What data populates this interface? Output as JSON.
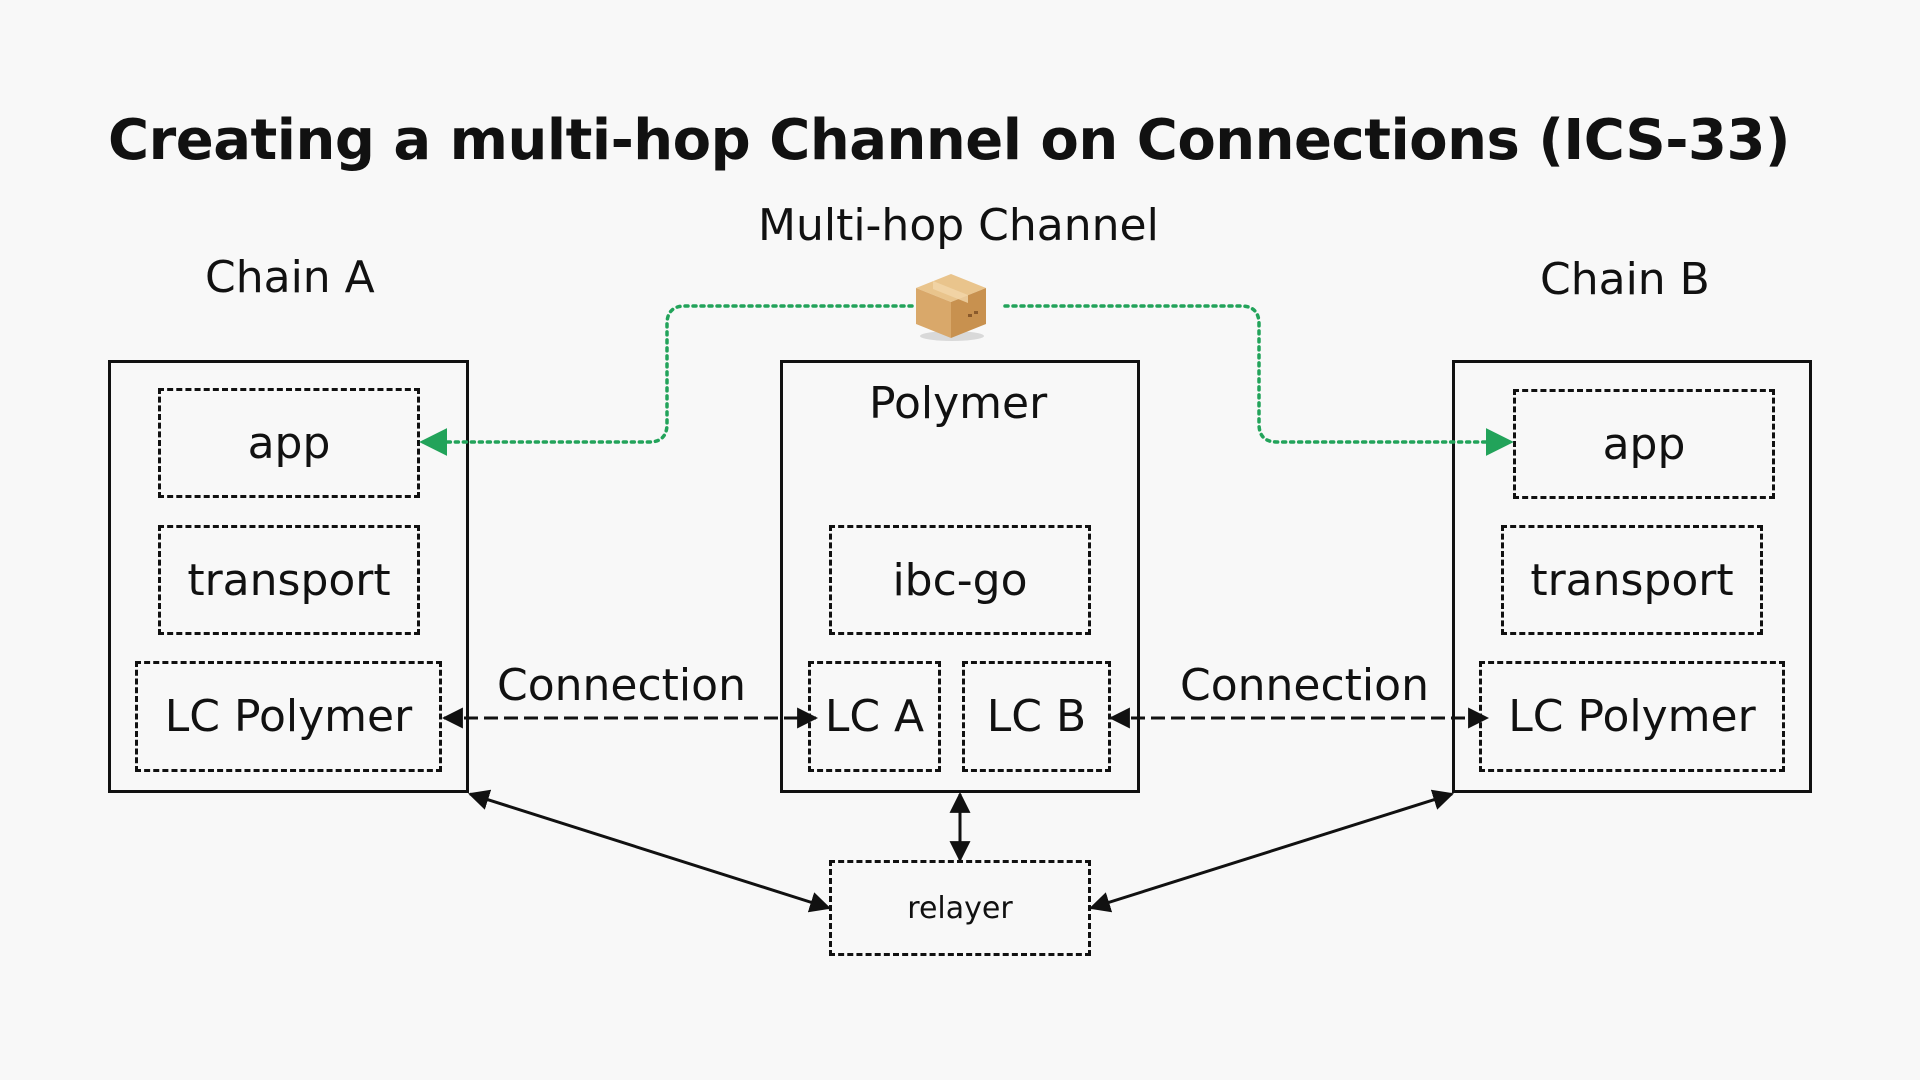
{
  "title": "Creating a multi-hop Channel on Connections (ICS-33)",
  "multihop_label": "Multi-hop Channel",
  "chain_a": {
    "name": "Chain A",
    "app": "app",
    "transport": "transport",
    "lc": "LC Polymer"
  },
  "polymer": {
    "name": "Polymer",
    "ibc": "ibc-go",
    "lc_a": "LC A",
    "lc_b": "LC B"
  },
  "chain_b": {
    "name": "Chain B",
    "app": "app",
    "transport": "transport",
    "lc": "LC Polymer"
  },
  "connection_left": "Connection",
  "connection_right": "Connection",
  "relayer": "relayer",
  "icons": {
    "packet": "package-box-icon"
  },
  "colors": {
    "multihop_path": "#22a35a",
    "stroke": "#111111",
    "background": "#f8f8f8"
  }
}
